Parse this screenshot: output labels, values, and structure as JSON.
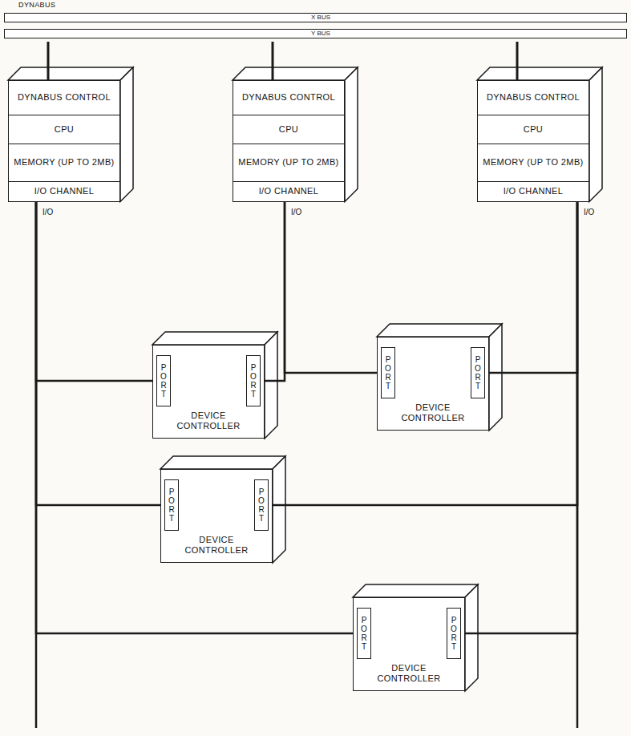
{
  "diagram": {
    "nodes": [
      {
        "text": [
          "DYNABUS"
        ]
      },
      {
        "text": [
          "DYNABUS CONTROL"
        ]
      },
      {
        "text": [
          "CPU"
        ]
      },
      {
        "text": [
          "MEMORY (UP TO 2MB)"
        ]
      },
      {
        "text": [
          "I/O CHANNEL"
        ]
      },
      {
        "text": [
          "DYNABUS CONTROL"
        ]
      },
      {
        "text": [
          "CPU"
        ]
      },
      {
        "text": [
          "MEMORY (UP TO 2MB)"
        ]
      },
      {
        "text": [
          "I/O CHANNEL"
        ]
      },
      {
        "text": [
          "DYNABUS CONTROL"
        ]
      },
      {
        "text": [
          "CPU"
        ]
      },
      {
        "text": [
          "MEMORY (UP TO 2MB)"
        ]
      },
      {
        "text": [
          "I/O CHANNEL"
        ]
      },
      {
        "text": [
          "DEVICE CONTROLLER"
        ]
      },
      {
        "text": [
          "PORT"
        ],
        "in": 13
      },
      {
        "text": [
          "PORT"
        ],
        "in": 13
      },
      {
        "text": [
          "DEVICE CONTROLLER"
        ]
      },
      {
        "text": [
          "PORT"
        ],
        "in": 16
      },
      {
        "text": [
          "PORT"
        ],
        "in": 16
      },
      {
        "text": [
          "DEVICE CONTROLLER"
        ]
      },
      {
        "text": [
          "PORT"
        ],
        "in": 19
      },
      {
        "text": [
          "PORT"
        ],
        "in": 19
      },
      {
        "text": [
          "DEVICE CONTROLLER"
        ]
      },
      {
        "text": [
          "PORT"
        ],
        "in": 22
      },
      {
        "text": [
          "PORT"
        ],
        "in": 22
      }
    ],
    "edges": [
      {
        "from": 1,
        "to": 0,
        "arrow": "none"
      },
      {
        "from": 5,
        "to": 0,
        "arrow": "none"
      },
      {
        "from": 9,
        "to": 0,
        "arrow": "none"
      },
      {
        "from": 4,
        "to": 14,
        "arrow": "none"
      },
      {
        "from": 8,
        "to": 15,
        "arrow": "none"
      },
      {
        "from": 8,
        "to": 17,
        "arrow": "none"
      },
      {
        "from": 12,
        "to": 18,
        "arrow": "none"
      },
      {
        "from": 4,
        "to": 20,
        "arrow": "none"
      },
      {
        "from": 12,
        "to": 21,
        "arrow": "none"
      },
      {
        "from": 4,
        "to": 23,
        "arrow": "none"
      },
      {
        "from": 12,
        "to": 24,
        "arrow": "none"
      }
    ],
    "labels": [
      "X BUS",
      "Y BUS",
      "I/O",
      "I/O",
      "I/O"
    ]
  }
}
